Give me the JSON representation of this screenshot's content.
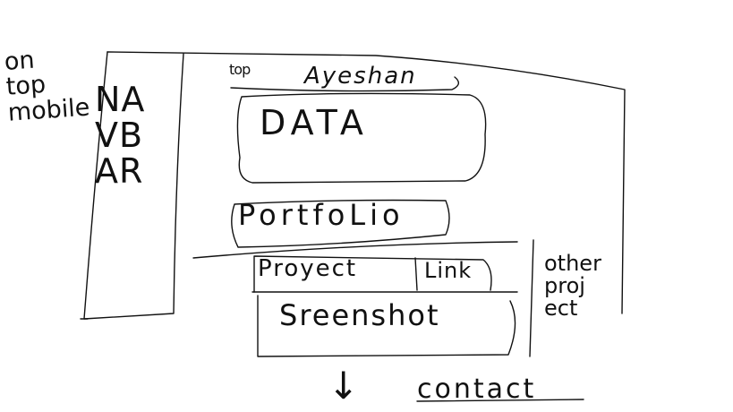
{
  "side_note": [
    "on",
    "top",
    "mobile"
  ],
  "navbar_label": "NAVBAR",
  "top_label": "top",
  "top_heading": "Ayeshan",
  "data_label": "DATA",
  "portfolio_label": "PortfoLio",
  "project_label": "Proyect",
  "link_label": "Link",
  "screenshot_label": "Sreenshot",
  "other_projects": [
    "other",
    "proj",
    "ect"
  ],
  "arrow_icon": "down-arrow-icon",
  "contact_label": "contact"
}
